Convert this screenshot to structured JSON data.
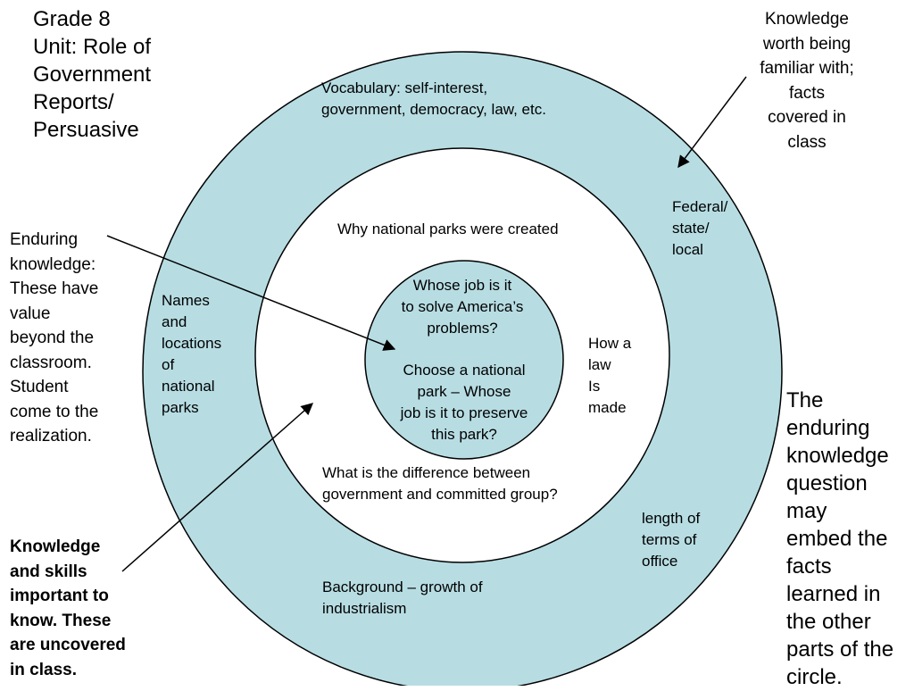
{
  "header": {
    "unit_title": "Grade 8\nUnit: Role of\nGovernment\nReports/\nPersuasive"
  },
  "callouts": {
    "knowledge_familiar": "Knowledge\nworth being\nfamiliar with;\nfacts\ncovered in\nclass",
    "enduring_knowledge": "Enduring\nknowledge:\nThese have\nvalue\nbeyond the\nclassroom.\nStudent\ncome to the\nrealization.",
    "knowledge_skills": "Knowledge\nand skills\nimportant to\nknow. These\nare uncovered\nin class.",
    "enduring_question_note": "The\nenduring\nknowledge\nquestion\nmay\nembed the\nfacts\nlearned in\nthe other\nparts of the\ncircle."
  },
  "outer_ring": {
    "vocabulary": "Vocabulary: self-interest,\ngovernment, democracy, law, etc.",
    "federal": "Federal/\nstate/\nlocal",
    "names_locations": "Names\nand\nlocations\nof\nnational\nparks",
    "length_terms": "length of\nterms of\noffice",
    "background": "Background – growth of\nindustrialism"
  },
  "middle_ring": {
    "why_parks": "Why national parks were created",
    "how_law": "How a\nlaw\nIs\nmade",
    "difference": "What is the difference between\ngovernment and committed group?"
  },
  "core": {
    "whose_job": "Whose job is it\nto solve America’s\nproblems?",
    "choose_park": "Choose a national\npark – Whose\njob is it to preserve\nthis park?"
  },
  "colors": {
    "ring_fill": "#b7dde3",
    "middle_fill": "#ffffff",
    "core_fill": "#b7dde3",
    "stroke": "#000000"
  }
}
